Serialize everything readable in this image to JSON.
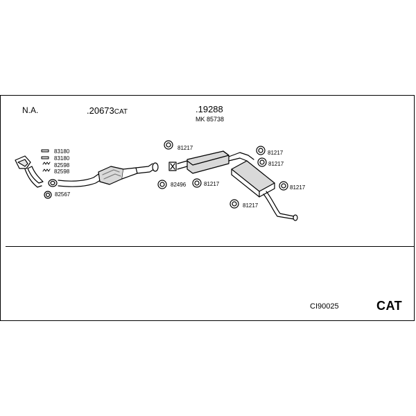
{
  "header": {
    "na_label": "N.A.",
    "catalyst_number": ".20673",
    "catalyst_suffix": "CAT",
    "silencer_number": ".19288",
    "silencer_sub": "MK 85738"
  },
  "parts": {
    "bolt_1": "83180",
    "bolt_2": "83180",
    "spring_1": "82598",
    "spring_2": "82598",
    "gasket_front": "82567",
    "gasket_middle": "82496",
    "mount_a": "81217",
    "mount_b": "81217",
    "mount_c": "81217",
    "mount_d": "81217",
    "mount_e": "81217",
    "mount_f": "81217"
  },
  "footer": {
    "code": "CI90025",
    "category": "CAT"
  }
}
